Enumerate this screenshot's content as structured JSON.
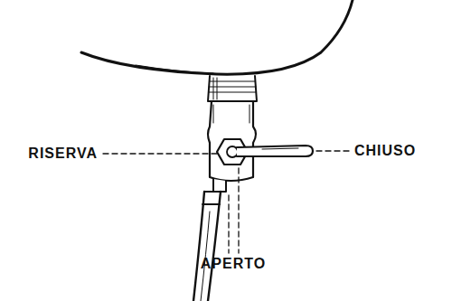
{
  "diagram": {
    "labels": [
      "RISERVA",
      "CHIUSO",
      "APERTO"
    ]
  }
}
